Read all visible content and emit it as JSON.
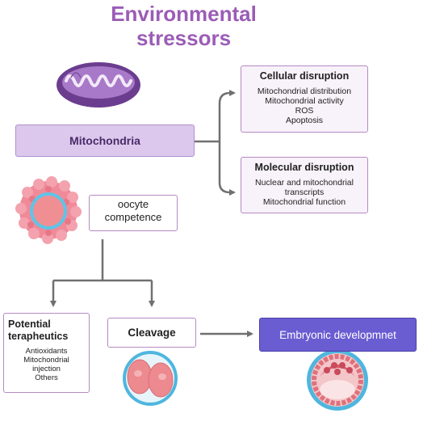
{
  "title": "Environmental stressors",
  "mitochondria_label": "Mitochondria",
  "cellular": {
    "heading": "Cellular disruption",
    "lines": [
      "Mitochondrial distribution",
      "Mitochondrial activity",
      "ROS",
      "Apoptosis"
    ]
  },
  "molecular": {
    "heading": "Molecular disruption",
    "lines": [
      "Nuclear and mitochondrial",
      "transcripts",
      "Mitochondrial function"
    ]
  },
  "oocyte": {
    "line1": "oocyte",
    "line2": "competence"
  },
  "therapeutics": {
    "heading_line1": "Potential",
    "heading_line2": "terapheutics",
    "lines": [
      "Antioxidants",
      "Mitochondrial",
      "injection",
      "Others"
    ]
  },
  "cleavage_label": "Cleavage",
  "embryo_label": "Embryonic developmnet",
  "colors": {
    "title": "#9b5cb6",
    "box_border": "#b68ac4",
    "mito_box_fill": "#dcc8ec",
    "embryo_box_fill": "#6a5dd2",
    "connector": "#707070"
  },
  "icons": [
    "mitochondrion-icon",
    "oocyte-icon",
    "two-cell-embryo-icon",
    "blastocyst-icon"
  ]
}
